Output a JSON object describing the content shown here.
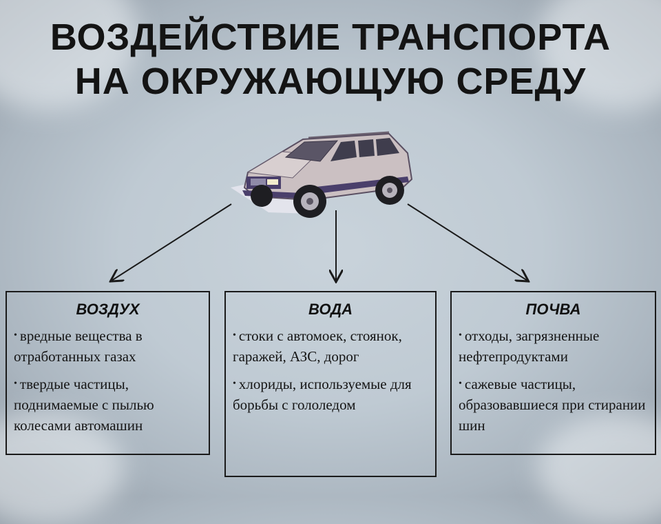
{
  "title": {
    "line1": "ВОЗДЕЙСТВИЕ ТРАНСПОРТА",
    "line2": "НА ОКРУЖАЮЩУЮ СРЕДУ"
  },
  "colors": {
    "text": "#141414",
    "box_border": "#1a1a1a",
    "car_body": "#c9bfc0",
    "car_trim": "#4a3f6b"
  },
  "boxes": [
    {
      "heading": "ВОЗДУХ",
      "items": [
        "вредные вещества в отработанных газах",
        "твердые частицы, поднимаемые с пылью колесами автомашин"
      ]
    },
    {
      "heading": "ВОДА",
      "items": [
        "стоки с автомоек, стоянок, гаражей, АЗС, дорог",
        "хлориды, используемые для борьбы с гололедом"
      ]
    },
    {
      "heading": "ПОЧВА",
      "items": [
        "отходы, загрязненные нефтепродуктами",
        "сажевые частицы, образовавшиеся при стирании шин"
      ]
    }
  ]
}
